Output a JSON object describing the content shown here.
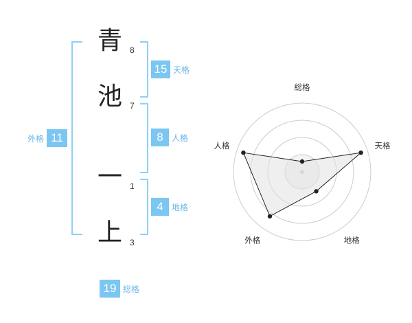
{
  "name": {
    "characters": [
      {
        "char": "青",
        "strokes": "8"
      },
      {
        "char": "池",
        "strokes": "7"
      },
      {
        "char": "一",
        "strokes": "1"
      },
      {
        "char": "上",
        "strokes": "3"
      }
    ]
  },
  "fortunes": {
    "tenkaku": {
      "value": "15",
      "label": "天格"
    },
    "jinkaku": {
      "value": "8",
      "label": "人格"
    },
    "chikaku": {
      "value": "4",
      "label": "地格"
    },
    "gaikaku": {
      "value": "11",
      "label": "外格"
    },
    "soukaku": {
      "value": "19",
      "label": "総格"
    }
  },
  "radar": {
    "axes": [
      "総格",
      "天格",
      "地格",
      "外格",
      "人格"
    ],
    "levels": 4,
    "values": [
      0.6,
      3.6,
      1.4,
      3.2,
      3.6
    ],
    "max": 4,
    "colors": {
      "fill": "#efefef",
      "line": "#222222",
      "grid": "#cccccc",
      "center": "#c8c8c8"
    }
  }
}
